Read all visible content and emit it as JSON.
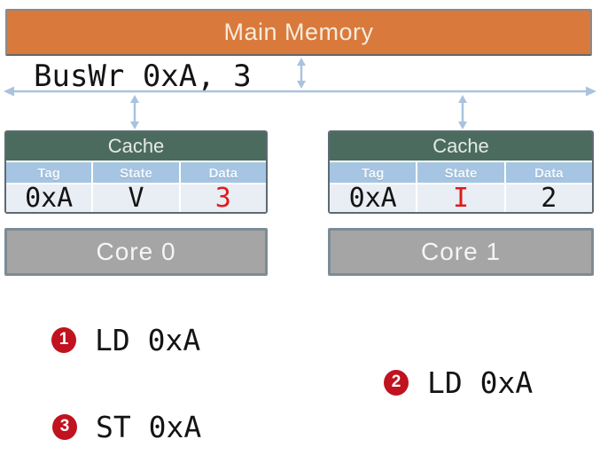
{
  "colors": {
    "memory_fill": "#d9793b",
    "memory_border": "#8a8a8a",
    "memory_text": "#f7ecdc",
    "cache_header_fill": "#4c6b5f",
    "cache_header_text": "#e3ebe4",
    "table_header_fill": "#a5c5e2",
    "table_header_text": "#f2f6fb",
    "table_row_fill": "#e9edf4",
    "table_border": "#5d6a73",
    "core_fill": "#a5a5a5",
    "core_border": "#7d8b94",
    "core_text": "#f5f5f5",
    "wire_blue": "#a9c3de",
    "highlight_red": "#e01a1a",
    "badge_red": "#c1121f",
    "text_dark": "#141414"
  },
  "memory": {
    "label": "Main Memory"
  },
  "bus": {
    "event_label": "BusWr 0xA, 3"
  },
  "caches": [
    {
      "title": "Cache",
      "columns": [
        "Tag",
        "State",
        "Data"
      ],
      "row": {
        "tag": "0xA",
        "state": "V",
        "data": "3"
      },
      "highlight_cell": "data"
    },
    {
      "title": "Cache",
      "columns": [
        "Tag",
        "State",
        "Data"
      ],
      "row": {
        "tag": "0xA",
        "state": "I",
        "data": "2"
      },
      "highlight_cell": "state"
    }
  ],
  "cores": [
    {
      "label": "Core 0"
    },
    {
      "label": "Core 1"
    }
  ],
  "operations": [
    {
      "number": "1",
      "label": "LD 0xA"
    },
    {
      "number": "2",
      "label": "LD 0xA"
    },
    {
      "number": "3",
      "label": "ST 0xA"
    }
  ],
  "icons": {
    "bus": "horizontal-double-headed-arrow",
    "memory_link": "vertical-double-headed-arrow",
    "cache_links": "vertical-double-headed-arrow"
  }
}
